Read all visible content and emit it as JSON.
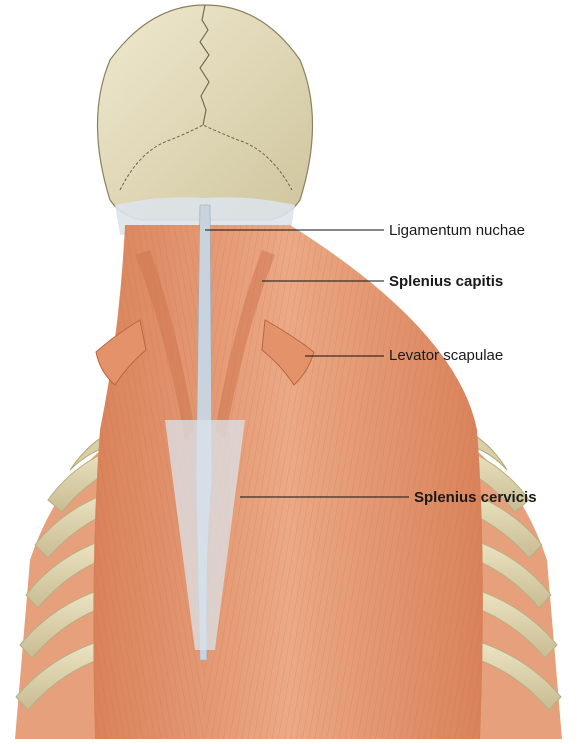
{
  "labels": {
    "ligamentum_nuchae": "Ligamentum nuchae",
    "splenius_capitis": "Splenius capitis",
    "levator_scapulae": "Levator scapulae",
    "splenius_cervicis": "Splenius cervicis"
  },
  "colors": {
    "bone": "#e6dfc2",
    "bone_shadow": "#c9bf97",
    "muscle": "#e29770",
    "muscle_dark": "#c8704b",
    "tendon": "#d4dde6",
    "background": "#ffffff"
  }
}
